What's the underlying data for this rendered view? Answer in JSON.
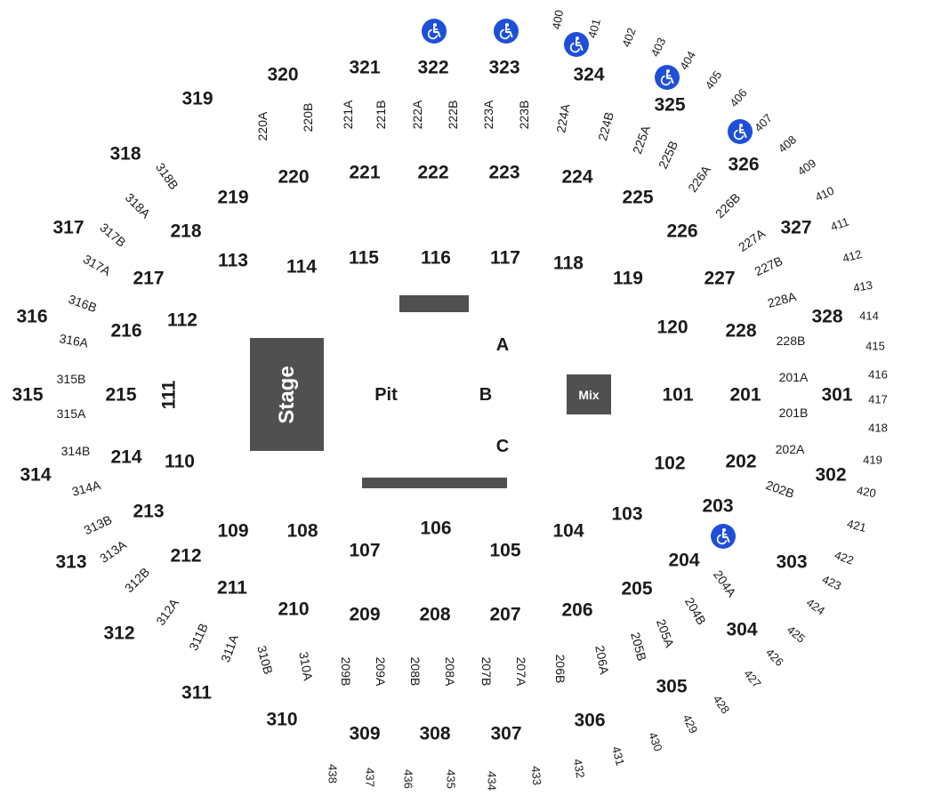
{
  "colors": {
    "block": "#505050",
    "accessible": "#1e4fd8",
    "text": "#1a1a1a"
  },
  "stage": {
    "label": "Stage"
  },
  "mix": {
    "label": "Mix"
  },
  "floor": {
    "pit": "Pit",
    "a": "A",
    "b": "B",
    "c": "C"
  },
  "accessible_icon": "wheelchair-icon",
  "sections": {
    "s101": "101",
    "s102": "102",
    "s103": "103",
    "s104": "104",
    "s105": "105",
    "s106": "106",
    "s107": "107",
    "s108": "108",
    "s109": "109",
    "s110": "110",
    "s111": "111",
    "s112": "112",
    "s113": "113",
    "s114": "114",
    "s115": "115",
    "s116": "116",
    "s117": "117",
    "s118": "118",
    "s119": "119",
    "s120": "120",
    "s201": "201",
    "s202": "202",
    "s203": "203",
    "s204": "204",
    "s205": "205",
    "s206": "206",
    "s207": "207",
    "s208": "208",
    "s209": "209",
    "s210": "210",
    "s211": "211",
    "s212": "212",
    "s213": "213",
    "s214": "214",
    "s215": "215",
    "s216": "216",
    "s217": "217",
    "s218": "218",
    "s219": "219",
    "s220": "220",
    "s221": "221",
    "s222": "222",
    "s223": "223",
    "s224": "224",
    "s225": "225",
    "s226": "226",
    "s227": "227",
    "s228": "228",
    "s201A": "201A",
    "s201B": "201B",
    "s202A": "202A",
    "s202B": "202B",
    "s204A": "204A",
    "s204B": "204B",
    "s205A": "205A",
    "s205B": "205B",
    "s206A": "206A",
    "s206B": "206B",
    "s207A": "207A",
    "s207B": "207B",
    "s208A": "208A",
    "s208B": "208B",
    "s209A": "209A",
    "s209B": "209B",
    "s220A": "220A",
    "s220B": "220B",
    "s221A": "221A",
    "s221B": "221B",
    "s222A": "222A",
    "s222B": "222B",
    "s223A": "223A",
    "s223B": "223B",
    "s224A": "224A",
    "s224B": "224B",
    "s225A": "225A",
    "s225B": "225B",
    "s226A": "226A",
    "s226B": "226B",
    "s227A": "227A",
    "s227B": "227B",
    "s228A": "228A",
    "s228B": "228B",
    "s301": "301",
    "s302": "302",
    "s303": "303",
    "s304": "304",
    "s305": "305",
    "s306": "306",
    "s307": "307",
    "s308": "308",
    "s309": "309",
    "s310": "310",
    "s311": "311",
    "s312": "312",
    "s313": "313",
    "s314": "314",
    "s315": "315",
    "s316": "316",
    "s317": "317",
    "s318": "318",
    "s319": "319",
    "s320": "320",
    "s321": "321",
    "s322": "322",
    "s323": "323",
    "s324": "324",
    "s325": "325",
    "s326": "326",
    "s327": "327",
    "s328": "328",
    "s310A": "310A",
    "s310B": "310B",
    "s311A": "311A",
    "s311B": "311B",
    "s312A": "312A",
    "s312B": "312B",
    "s313A": "313A",
    "s313B": "313B",
    "s314A": "314A",
    "s314B": "314B",
    "s315A": "315A",
    "s315B": "315B",
    "s316A": "316A",
    "s316B": "316B",
    "s317A": "317A",
    "s317B": "317B",
    "s318A": "318A",
    "s318B": "318B",
    "s400": "400",
    "s401": "401",
    "s402": "402",
    "s403": "403",
    "s404": "404",
    "s405": "405",
    "s406": "406",
    "s407": "407",
    "s408": "408",
    "s409": "409",
    "s410": "410",
    "s411": "411",
    "s412": "412",
    "s413": "413",
    "s414": "414",
    "s415": "415",
    "s416": "416",
    "s417": "417",
    "s418": "418",
    "s419": "419",
    "s420": "420",
    "s421": "421",
    "s422": "422",
    "s423": "423",
    "s424": "424",
    "s425": "425",
    "s426": "426",
    "s427": "427",
    "s428": "428",
    "s429": "429",
    "s430": "430",
    "s431": "431",
    "s432": "432",
    "s433": "433",
    "s434": "434",
    "s435": "435",
    "s436": "436",
    "s437": "437",
    "s438": "438"
  }
}
